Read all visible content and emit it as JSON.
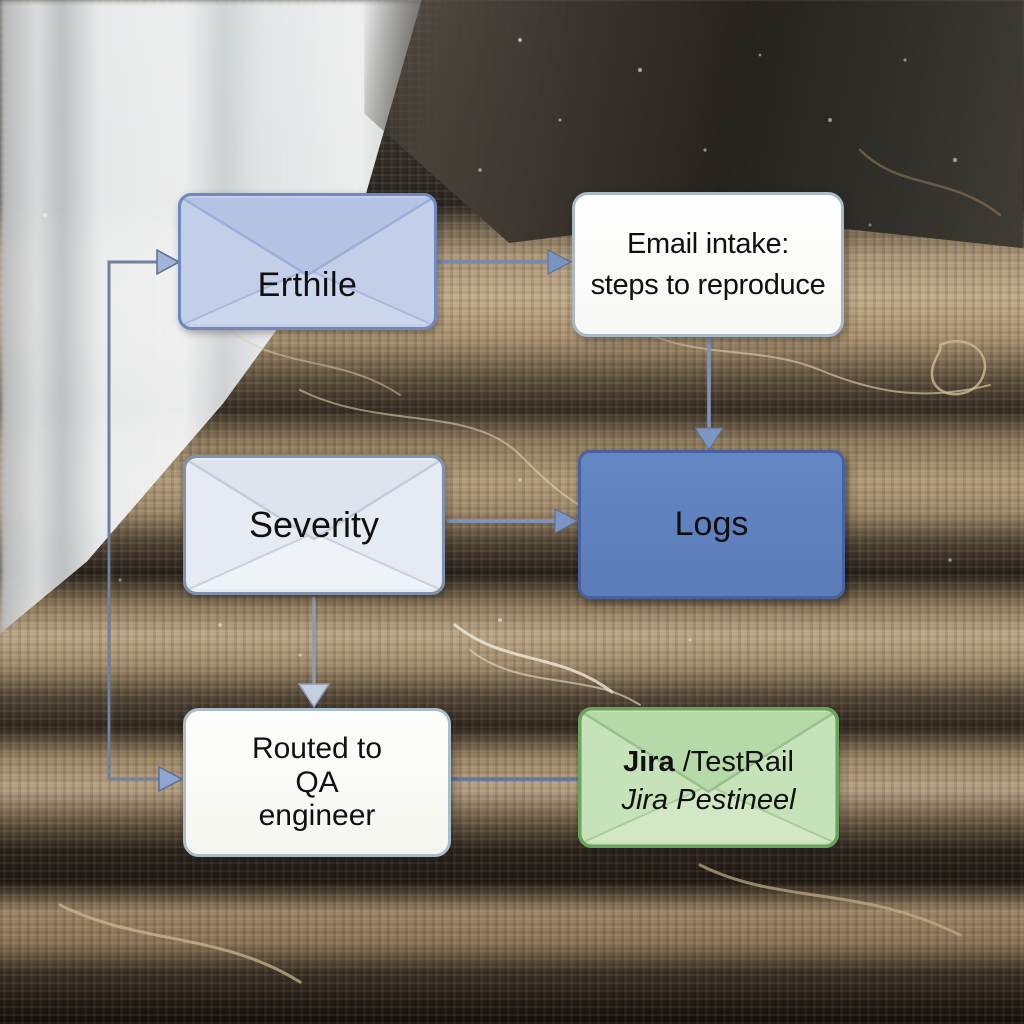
{
  "diagram": {
    "description": "Bug-report email triage flowchart overlaid on a photo of stacked burlap fabric",
    "nodes": {
      "erthile": {
        "label": "Erthile",
        "shape": "envelope",
        "fill": "#C3CFE9",
        "border": "#7088BD"
      },
      "email_intake": {
        "lines": [
          "Email intake:",
          "steps to reproduce"
        ],
        "shape": "rounded-rect",
        "fill": "#FDFDFB",
        "border": "#A8B8C6"
      },
      "severity": {
        "label": "Severity",
        "shape": "envelope",
        "fill": "#E6EAF2",
        "border": "#8091AD"
      },
      "logs": {
        "label": "Logs",
        "shape": "rounded-rect",
        "fill": "#5F82C0",
        "border": "#46639F"
      },
      "routed": {
        "lines": [
          "Routed to",
          "QA",
          "engineer"
        ],
        "shape": "rounded-rect",
        "fill": "#FCFCF9",
        "border": "#A9BCCA"
      },
      "jira": {
        "line1_bold": "Jira",
        "line1_rest": " /TestRail",
        "line2": "Jira Pestineel",
        "shape": "envelope",
        "fill": "#C6E2B9",
        "border": "#6AA35E"
      }
    },
    "edges": [
      {
        "from": "left-rail",
        "to": "erthile",
        "arrow": true
      },
      {
        "from": "erthile",
        "to": "email_intake",
        "arrow": true
      },
      {
        "from": "email_intake",
        "to": "logs",
        "arrow": true
      },
      {
        "from": "severity",
        "to": "logs",
        "arrow": true
      },
      {
        "from": "severity",
        "to": "routed",
        "arrow": true
      },
      {
        "from": "left-rail",
        "to": "routed",
        "arrow": true
      },
      {
        "from": "routed",
        "to": "jira",
        "arrow": false
      }
    ],
    "colors": {
      "connector_line": "#70819D",
      "connector_arrow": "#9FB4D6",
      "text": "#101010"
    }
  }
}
